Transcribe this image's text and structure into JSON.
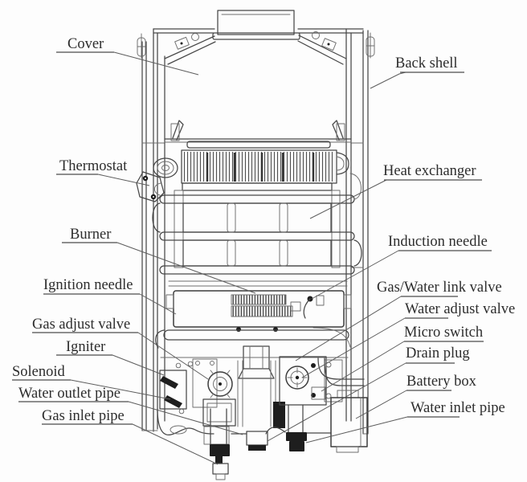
{
  "figure": {
    "description": "Internal structure diagram of a gas tankless water heater with part callouts",
    "background_color": "#fdfdfd",
    "line_color": "#474747",
    "text_color": "#2d2d2d",
    "leader_color": "#5d5d5d"
  },
  "labels": {
    "cover": "Cover",
    "back_shell": "Back shell",
    "thermostat": "Thermostat",
    "heat_exchanger": "Heat exchanger",
    "burner": "Burner",
    "induction_needle": "Induction needle",
    "ignition_needle": "Ignition needle",
    "gas_water_link_valve": "Gas/Water link valve",
    "gas_adjust_valve": "Gas adjust valve",
    "water_adjust_valve": "Water adjust valve",
    "igniter": "Igniter",
    "micro_switch": "Micro switch",
    "solenoid": "Solenoid",
    "drain_plug": "Drain plug",
    "water_outlet_pipe": "Water outlet pipe",
    "battery_box": "Battery box",
    "gas_inlet_pipe": "Gas inlet pipe",
    "water_inlet_pipe": "Water inlet pipe"
  }
}
